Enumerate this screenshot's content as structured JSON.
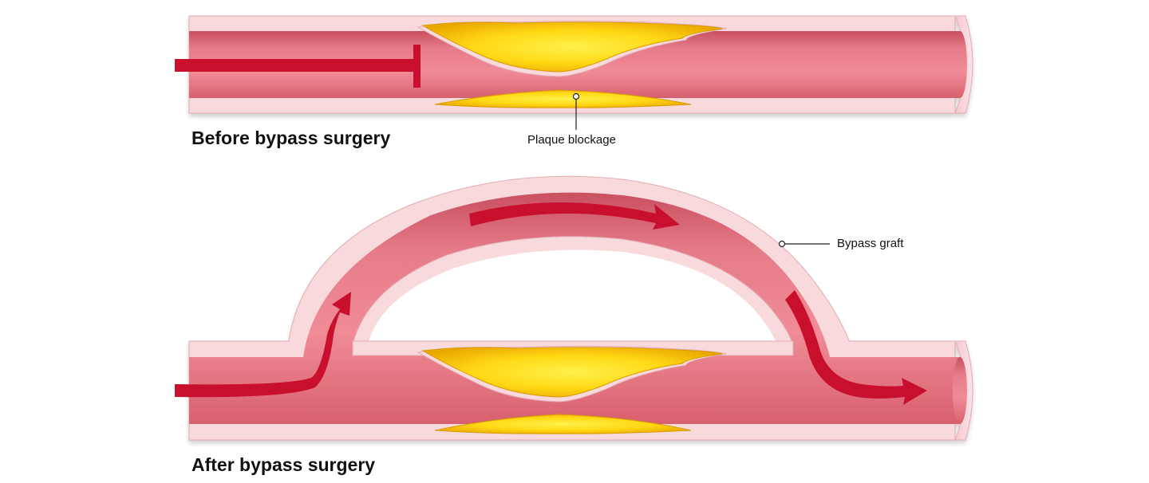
{
  "panels": {
    "before": {
      "title": "Before bypass surgery",
      "callout": "Plaque blockage"
    },
    "after": {
      "title": "After bypass surgery",
      "callout": "Bypass graft"
    }
  },
  "colors": {
    "wall": "#f8d9dc",
    "wall_edge": "#e8b7bd",
    "lumen": "#ef8b96",
    "lumen_dark": "#d9606f",
    "plaque_outer": "#f3c300",
    "plaque_inner": "#ffe62e",
    "flow": "#c8102e",
    "leader": "#222222"
  },
  "icons": {
    "blocked_flow": "blocked-flow-t-icon",
    "flow_arrow": "flow-arrow-icon",
    "callout_marker": "callout-dot-icon"
  }
}
